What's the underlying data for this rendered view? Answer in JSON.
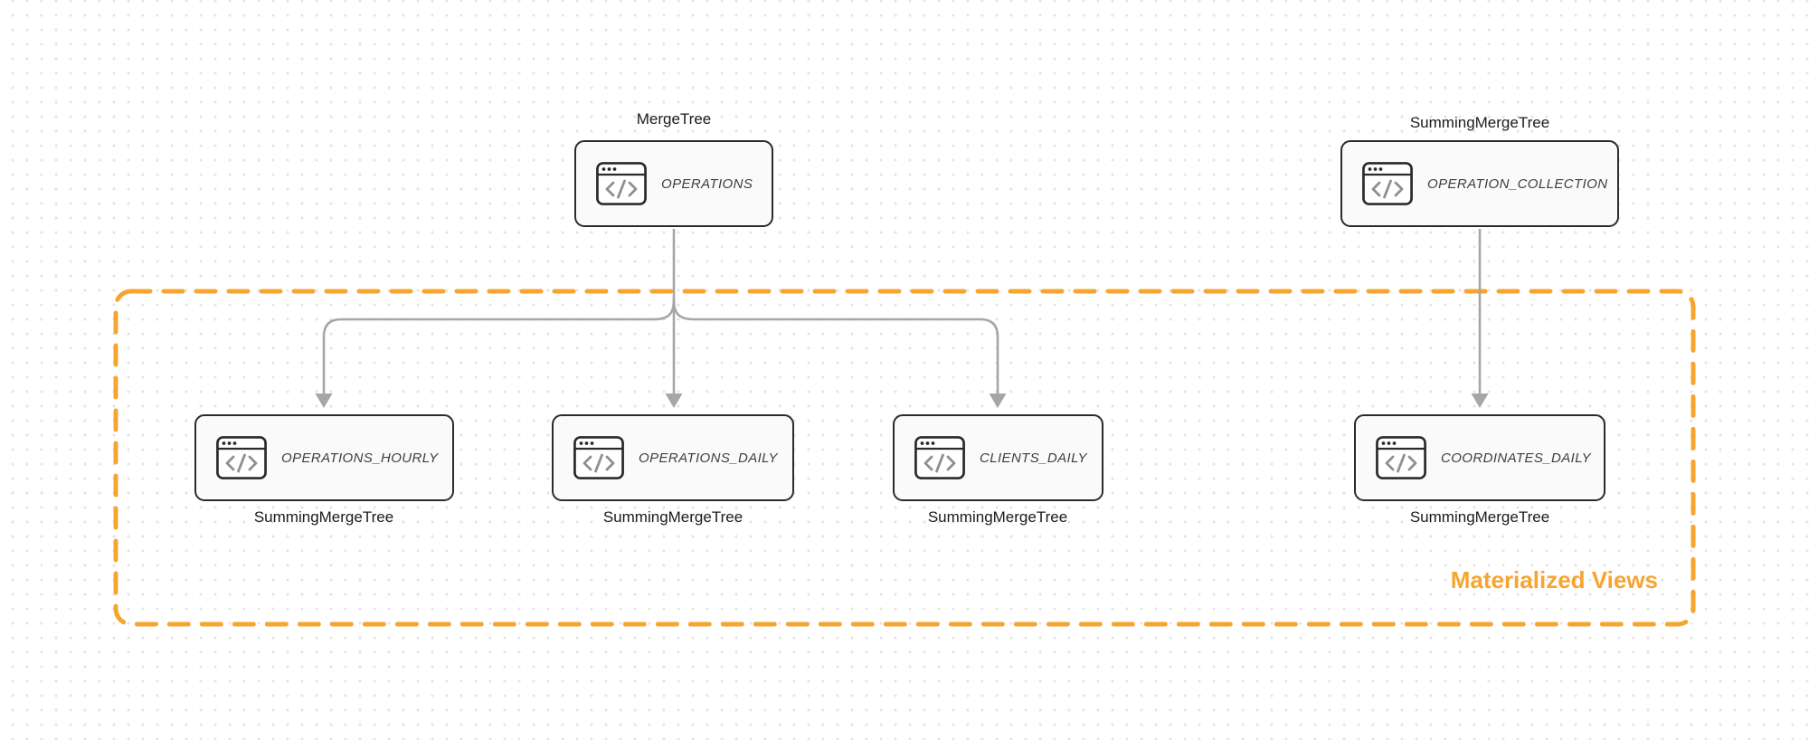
{
  "diagram": {
    "group_label": "Materialized Views",
    "nodes": {
      "operations": {
        "name": "OPERATIONS",
        "engine": "MergeTree"
      },
      "operation_collection": {
        "name": "OPERATION_COLLECTION",
        "engine": "SummingMergeTree"
      },
      "operations_hourly": {
        "name": "OPERATIONS_HOURLY",
        "engine": "SummingMergeTree"
      },
      "operations_daily": {
        "name": "OPERATIONS_DAILY",
        "engine": "SummingMergeTree"
      },
      "clients_daily": {
        "name": "CLIENTS_DAILY",
        "engine": "SummingMergeTree"
      },
      "coordinates_daily": {
        "name": "COORDINATES_DAILY",
        "engine": "SummingMergeTree"
      }
    },
    "edges": [
      {
        "from": "OPERATIONS",
        "to": "OPERATIONS_HOURLY"
      },
      {
        "from": "OPERATIONS",
        "to": "OPERATIONS_DAILY"
      },
      {
        "from": "OPERATIONS",
        "to": "CLIENTS_DAILY"
      },
      {
        "from": "OPERATION_COLLECTION",
        "to": "COORDINATES_DAILY"
      }
    ],
    "icons": {
      "node_icon": "code-window-icon"
    },
    "colors": {
      "accent_orange": "#F6A531",
      "arrow_gray": "#A6A6A6",
      "node_border": "#2B2B2B",
      "node_fill": "#FAFAFA",
      "node_text": "#3F3F3F",
      "label_dark": "#1B1B1B",
      "icon_glyph": "#8F8F8F",
      "dot_grid": "#E3E3E3",
      "background": "#FFFFFF"
    }
  }
}
